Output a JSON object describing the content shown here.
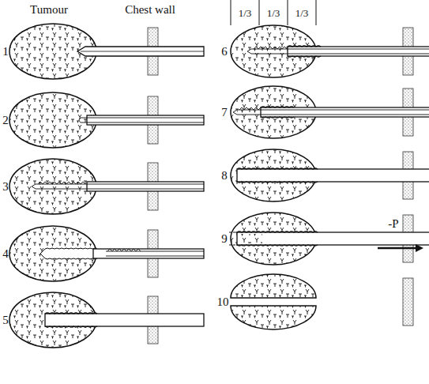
{
  "diagram": {
    "labels": [
      "Tumour",
      "Chest wall",
      "1/3",
      "1/3",
      "1/3",
      "1",
      "6",
      "2",
      "7",
      "3",
      "8",
      "4",
      "9",
      "5",
      "10",
      "-P"
    ]
  }
}
